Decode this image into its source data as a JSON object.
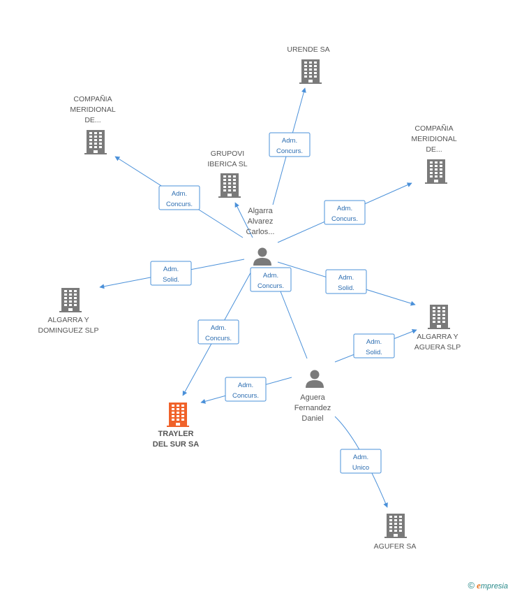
{
  "colors": {
    "edge": "#4a90d9",
    "company": "#7a7a7a",
    "focus_company": "#f0622a",
    "person": "#7a7a7a",
    "label": "#555555",
    "box_text": "#2b6cb0"
  },
  "nodes": [
    {
      "id": "urende",
      "kind": "company",
      "icon": "building-icon",
      "label": [
        "URENDE SA"
      ]
    },
    {
      "id": "compania1",
      "kind": "company",
      "icon": "building-icon",
      "label": [
        "COMPAÑIA",
        "MERIDIONAL",
        "DE..."
      ]
    },
    {
      "id": "compania2",
      "kind": "company",
      "icon": "building-icon",
      "label": [
        "COMPAÑIA",
        "MERIDIONAL",
        "DE..."
      ]
    },
    {
      "id": "grupovi",
      "kind": "company",
      "icon": "building-icon",
      "label": [
        "GRUPOVI",
        "IBERICA SL"
      ]
    },
    {
      "id": "algarra_p",
      "kind": "person",
      "icon": "person-icon",
      "label": [
        "Algarra",
        "Alvarez",
        "Carlos..."
      ]
    },
    {
      "id": "algarra_dom",
      "kind": "company",
      "icon": "building-icon",
      "label": [
        "ALGARRA Y",
        "DOMINGUEZ SLP"
      ]
    },
    {
      "id": "algarra_ag",
      "kind": "company",
      "icon": "building-icon",
      "label": [
        "ALGARRA Y",
        "AGUERA SLP"
      ]
    },
    {
      "id": "aguera_p",
      "kind": "person",
      "icon": "person-icon",
      "label": [
        "Aguera",
        "Fernandez",
        "Daniel"
      ]
    },
    {
      "id": "trayler",
      "kind": "focus",
      "icon": "building-icon",
      "label": [
        "TRAYLER",
        "DEL SUR SA"
      ]
    },
    {
      "id": "agufer",
      "kind": "company",
      "icon": "building-icon",
      "label": [
        "AGUFER SA"
      ]
    }
  ],
  "edges": [
    {
      "from": "algarra_p",
      "to": "urende",
      "label": [
        "Adm.",
        "Concurs."
      ]
    },
    {
      "from": "algarra_p",
      "to": "compania1",
      "label": [
        "Adm.",
        "Concurs."
      ]
    },
    {
      "from": "algarra_p",
      "to": "compania2",
      "label": [
        "Adm.",
        "Concurs."
      ]
    },
    {
      "from": "algarra_p",
      "to": "grupovi",
      "label": []
    },
    {
      "from": "algarra_p",
      "to": "algarra_dom",
      "label": [
        "Adm.",
        "Solid."
      ]
    },
    {
      "from": "algarra_p",
      "to": "algarra_ag",
      "label": [
        "Adm.",
        "Solid."
      ]
    },
    {
      "from": "algarra_p",
      "to": "trayler",
      "label": [
        "Adm.",
        "Concurs."
      ]
    },
    {
      "from": "algarra_p",
      "to": "aguera_p",
      "label": [
        "Adm.",
        "Concurs."
      ]
    },
    {
      "from": "aguera_p",
      "to": "algarra_ag",
      "label": [
        "Adm.",
        "Solid."
      ]
    },
    {
      "from": "aguera_p",
      "to": "trayler",
      "label": [
        "Adm.",
        "Concurs."
      ]
    },
    {
      "from": "aguera_p",
      "to": "agufer",
      "label": [
        "Adm.",
        "Unico"
      ]
    }
  ],
  "footer": {
    "copyright_symbol": "©",
    "brand_initial": "e",
    "brand_rest": "mpresia"
  }
}
